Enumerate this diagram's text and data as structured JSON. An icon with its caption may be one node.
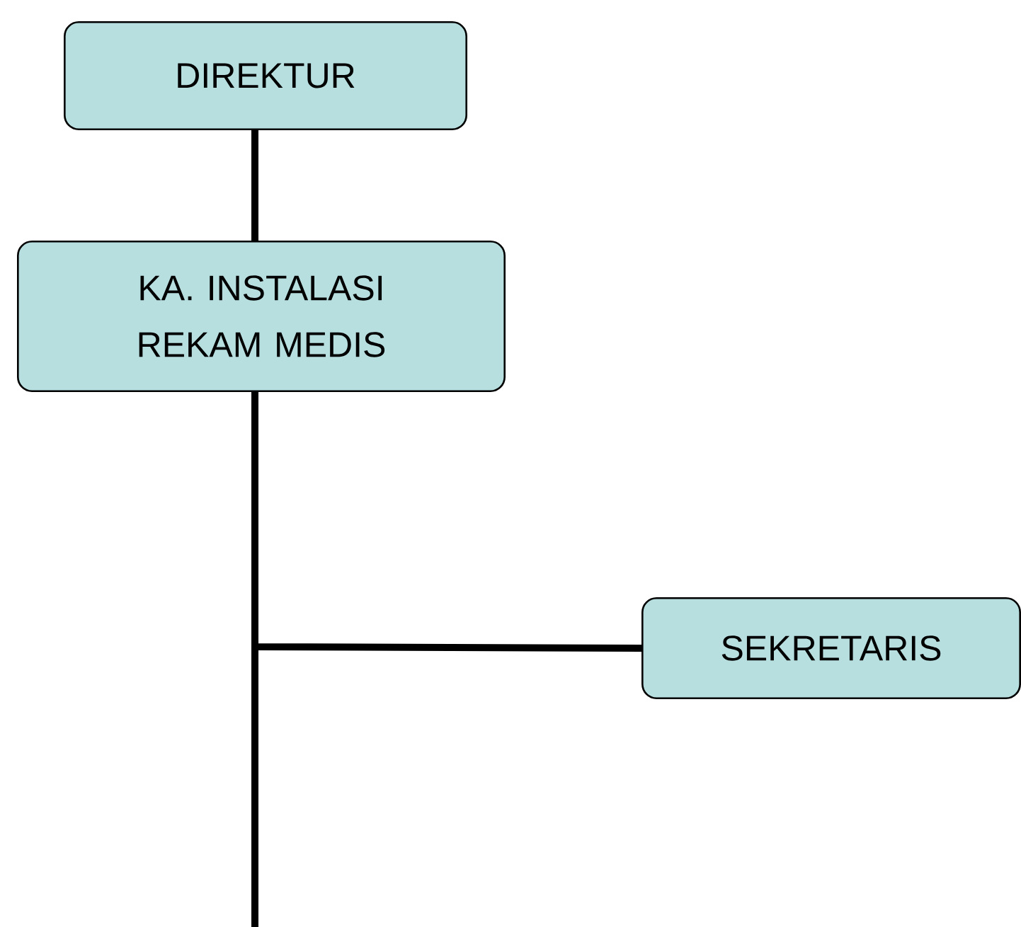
{
  "diagram": {
    "nodes": [
      {
        "text": [
          "DIREKTUR"
        ]
      },
      {
        "text": [
          "KA. INSTALASI REKAM MEDIS"
        ]
      },
      {
        "text": [
          "SEKRETARIS"
        ]
      }
    ],
    "edges": [
      {
        "from": 0,
        "to": 1,
        "arrow": "none"
      },
      {
        "from": 1,
        "to": 2,
        "arrow": "none"
      },
      {
        "from": 1,
        "to": null,
        "arrow": "none"
      }
    ]
  }
}
